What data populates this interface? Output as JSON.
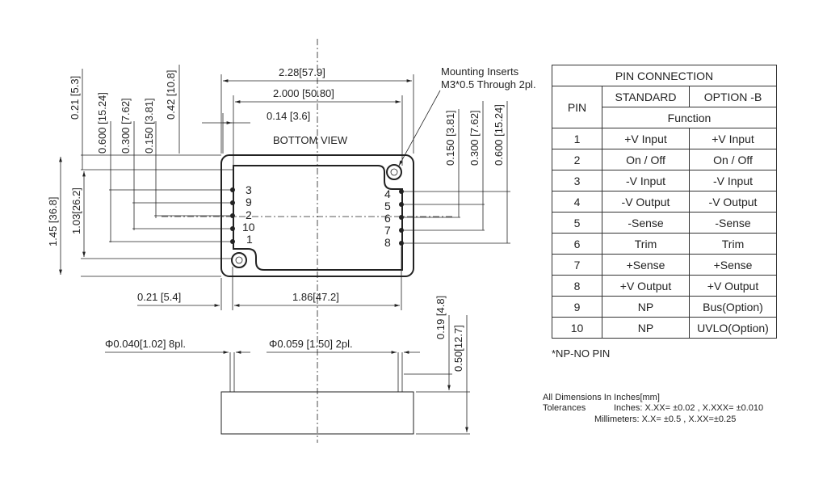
{
  "annotations": {
    "mounting": [
      "Mounting Inserts",
      "M3*0.5 Through 2pl."
    ],
    "view_label": "BOTTOM VIEW",
    "top_dims": [
      "2.28[57.9]",
      "2.000 [50.80]",
      "0.14 [3.6]"
    ],
    "left_vertical_dims": [
      "0.21 [5.3]",
      "0.600 [15.24]",
      "0.300 [7.62]",
      "0.150 [3.81]",
      "0.42 [10.8]"
    ],
    "right_vertical_dims": [
      "0.150 [3.81]",
      "0.300 [7.62]",
      "0.600 [15.24]"
    ],
    "height_dims": [
      "1.45 [36.8]",
      "1.03[26.2]"
    ],
    "bottom_dims": [
      "0.21 [5.4]",
      "1.86[47.2]"
    ],
    "pin_dia": [
      "Φ0.040[1.02] 8pl.",
      "Φ0.059 [1.50] 2pl."
    ],
    "side_dims": [
      "0.19 [4.8]",
      "0.50[12.7]"
    ],
    "left_pins": [
      "3",
      "9",
      "2",
      "10",
      "1"
    ],
    "right_pins": [
      "4",
      "5",
      "6",
      "7",
      "8"
    ]
  },
  "table": {
    "title": "PIN CONNECTION",
    "pin_header": "PIN",
    "col_standard": "STANDARD",
    "col_option": "OPTION -B",
    "function_header": "Function",
    "rows": [
      {
        "pin": "1",
        "standard": "+V Input",
        "option": "+V Input"
      },
      {
        "pin": "2",
        "standard": "On / Off",
        "option": "On / Off"
      },
      {
        "pin": "3",
        "standard": "-V Input",
        "option": "-V Input"
      },
      {
        "pin": "4",
        "standard": "-V Output",
        "option": "-V Output"
      },
      {
        "pin": "5",
        "standard": "-Sense",
        "option": "-Sense"
      },
      {
        "pin": "6",
        "standard": "Trim",
        "option": "Trim"
      },
      {
        "pin": "7",
        "standard": "+Sense",
        "option": "+Sense"
      },
      {
        "pin": "8",
        "standard": "+V Output",
        "option": "+V Output"
      },
      {
        "pin": "9",
        "standard": "NP",
        "option": "Bus(Option)"
      },
      {
        "pin": "10",
        "standard": "NP",
        "option": "UVLO(Option)"
      }
    ]
  },
  "notes": {
    "np": "*NP-NO PIN",
    "dims_unit": "All Dimensions In Inches[mm]",
    "tolerances_label": "Tolerances",
    "inches": "Inches: X.XX= ±0.02 , X.XXX= ±0.010",
    "millimeters": "Millimeters: X.X= ±0.5 , X.XX=±0.25"
  }
}
